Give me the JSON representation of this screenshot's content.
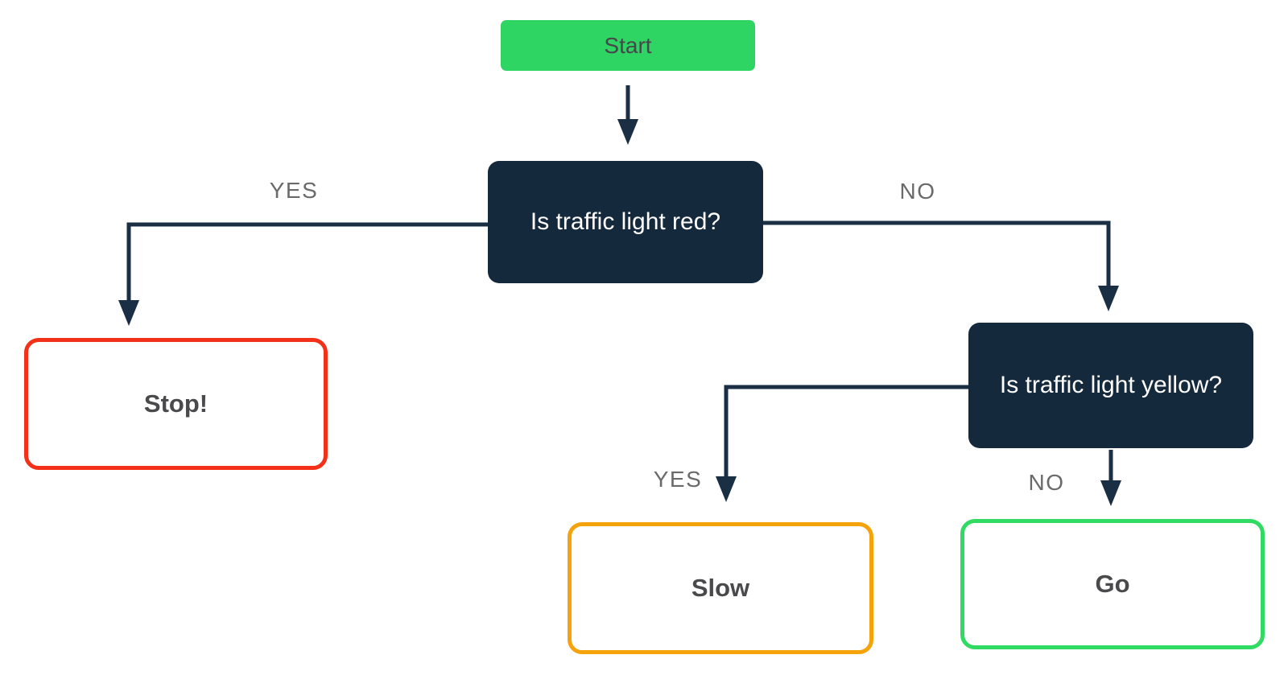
{
  "diagram": {
    "name": "traffic-light-flowchart",
    "nodes": {
      "start": {
        "label": "Start",
        "type": "start"
      },
      "q_red": {
        "label": "Is traffic light red?",
        "type": "decision"
      },
      "stop": {
        "label": "Stop!",
        "type": "outcome"
      },
      "q_yellow": {
        "label": "Is traffic light yellow?",
        "type": "decision"
      },
      "slow": {
        "label": "Slow",
        "type": "outcome"
      },
      "go": {
        "label": "Go",
        "type": "outcome"
      }
    },
    "edges": [
      {
        "from": "start",
        "to": "q_red",
        "label": ""
      },
      {
        "from": "q_red",
        "to": "stop",
        "label": "YES"
      },
      {
        "from": "q_red",
        "to": "q_yellow",
        "label": "NO"
      },
      {
        "from": "q_yellow",
        "to": "slow",
        "label": "YES"
      },
      {
        "from": "q_yellow",
        "to": "go",
        "label": "NO"
      }
    ],
    "colors": {
      "background": "#FFFFFF",
      "start_bg": "#2ED563",
      "start_text": "#46474C",
      "decision_bg": "#15293D",
      "decision_text": "#FFFFFF",
      "stop_border": "#F43019",
      "slow_border": "#F5A30B",
      "go_border": "#31DB63",
      "arrow": "#1A2E44",
      "edge_label_text": "#6A6A6A",
      "outcome_text": "#4A4A4C"
    }
  }
}
